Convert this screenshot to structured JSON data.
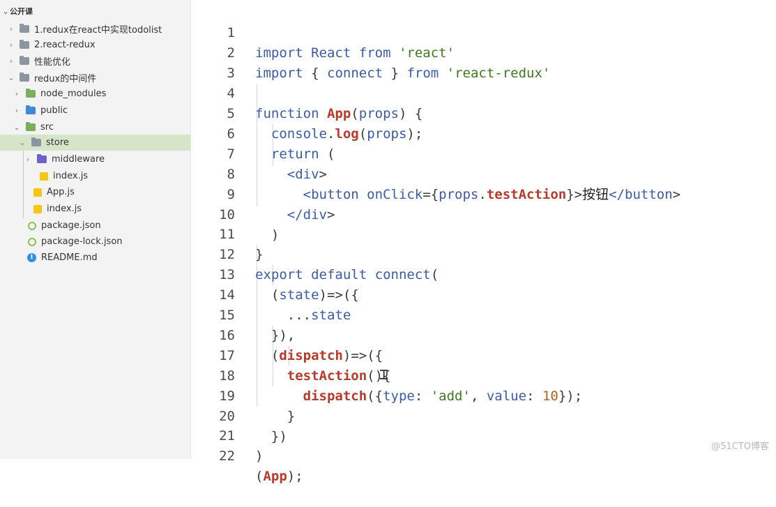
{
  "sidebar": {
    "root": {
      "label": "公开课"
    },
    "items": [
      {
        "label": "1.redux在react中实现todolist",
        "icon": "folder-icon"
      },
      {
        "label": "2.react-redux",
        "icon": "folder-icon"
      },
      {
        "label": "性能优化",
        "icon": "folder-icon"
      },
      {
        "label": "redux的中间件",
        "icon": "folder-open-icon"
      },
      {
        "label": "node_modules",
        "icon": "node-modules-folder-icon"
      },
      {
        "label": "public",
        "icon": "public-folder-icon"
      },
      {
        "label": "src",
        "icon": "src-folder-icon"
      },
      {
        "label": "store",
        "icon": "folder-open-icon",
        "selected": true
      },
      {
        "label": "middleware",
        "icon": "middleware-folder-icon"
      },
      {
        "label": "index.js",
        "icon": "js-file-icon"
      },
      {
        "label": "App.js",
        "icon": "js-file-icon"
      },
      {
        "label": "index.js",
        "icon": "js-file-icon"
      },
      {
        "label": "package.json",
        "icon": "json-file-icon"
      },
      {
        "label": "package-lock.json",
        "icon": "json-file-icon"
      },
      {
        "label": "README.md",
        "icon": "info-file-icon"
      }
    ],
    "colors": {
      "selected_bg": "#d6e4c9",
      "background": "#f3f3f3"
    }
  },
  "editor": {
    "line_numbers": [
      "1",
      "2",
      "3",
      "4",
      "5",
      "6",
      "7",
      "8",
      "9",
      "10",
      "11",
      "12",
      "13",
      "14",
      "15",
      "16",
      "17",
      "18",
      "19",
      "20",
      "21",
      "22"
    ],
    "lines": [
      "import React from 'react'",
      "import { connect } from 'react-redux'",
      "",
      "function App(props) {",
      "  console.log(props);",
      "  return (",
      "    <div>",
      "      <button onClick={props.testAction}>按钮</button>",
      "    </div>",
      "  )",
      "}",
      "export default connect(",
      "  (state)=>({",
      "    ...state",
      "  }),",
      "  (dispatch)=>({",
      "    testAction(){",
      "      dispatch({type: 'add', value: 10});",
      "    }",
      "  })",
      ")",
      "(App);"
    ],
    "colors": {
      "keyword": "#3b5aa8",
      "function": "#b83a2a",
      "string": "#3e7a1c",
      "number": "#b8601a"
    }
  },
  "watermark": "@51CTO博客"
}
